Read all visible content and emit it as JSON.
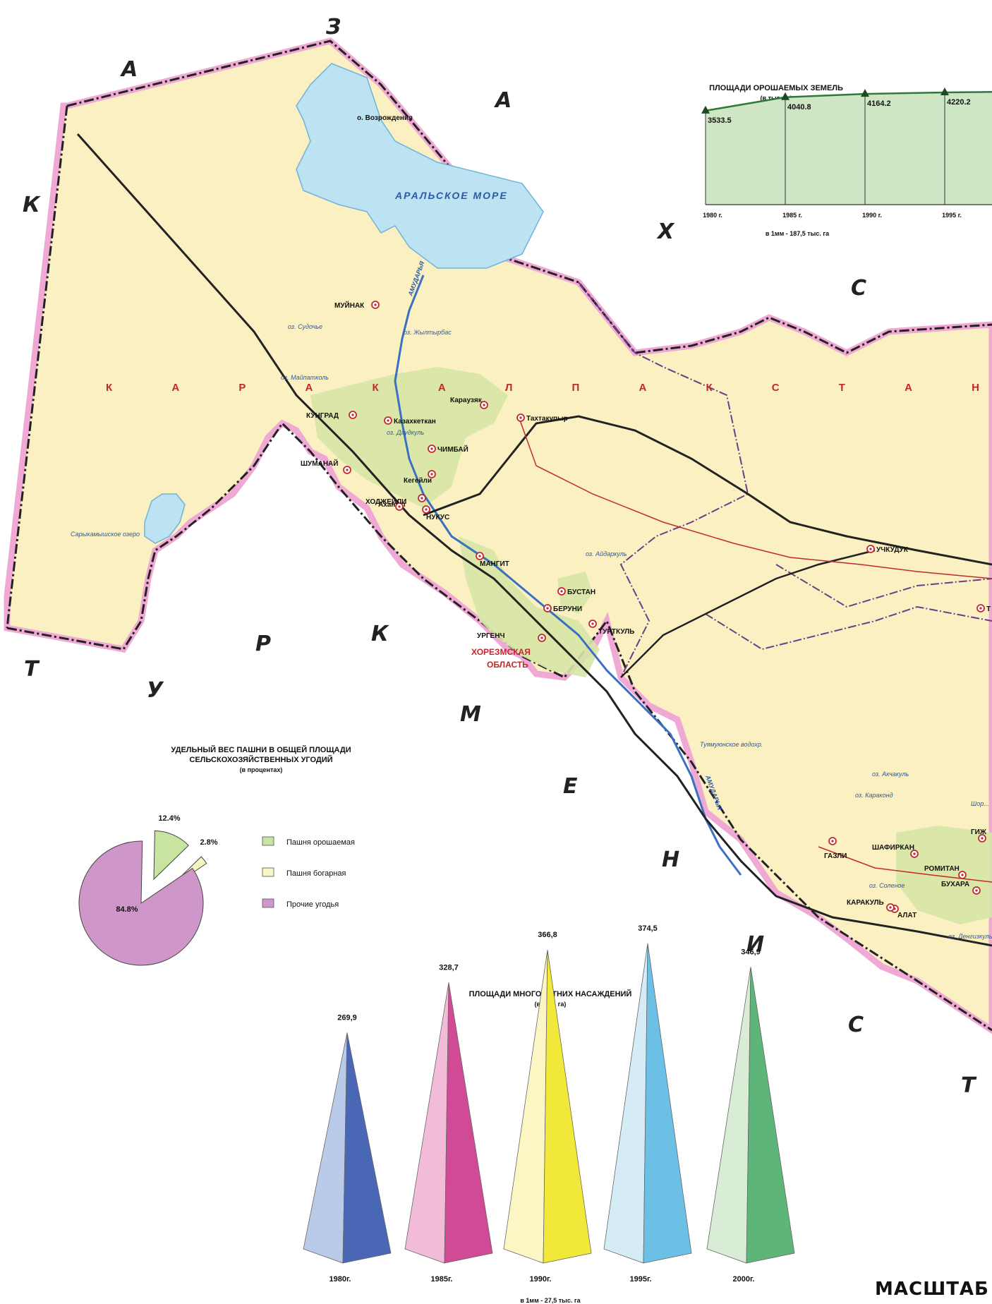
{
  "map": {
    "sea_letters": [
      "З",
      "А",
      "А",
      "К",
      "Х",
      "С",
      "Т",
      "У",
      "Р",
      "К",
      "М",
      "Е",
      "Н",
      "И",
      "С",
      "Т"
    ],
    "region_label": "К А Р А К А Л П А К С Т А Н",
    "aral_label": "АРАЛЬСКОЕ МОРЕ",
    "island_label": "о. Возрождения",
    "oblast_label": [
      "ХОРЕЗМСКАЯ",
      "ОБЛАСТЬ"
    ],
    "cities": [
      "МУЙНАК",
      "КУНГРАД",
      "Казахкеткан",
      "ЧИМБАЙ",
      "Кегейли",
      "Ахангит",
      "ШУМАНАЙ",
      "ХОДЖЕЙЛИ",
      "НУКУС",
      "Караузяк",
      "Тахтакупыр",
      "МАНГИТ",
      "БУСТАН",
      "БЕРУНИ",
      "ТУРТКУЛЬ",
      "УРГЕНЧ",
      "УЧКУДУК",
      "ГАЗЛИ",
      "ШАФИРКАН",
      "РОМИТАН",
      "БУХАРА",
      "КАРАКУЛЬ",
      "АЛАТ",
      "ГИЖ",
      "Т"
    ],
    "lakes": [
      "оз. Судочье",
      "оз. Жылтырбас",
      "оз. Майпатколь",
      "оз. Даудкуль",
      "Сарыкамышское озеро",
      "оз. Акчакуль",
      "оз. Айдаркуль",
      "оз. Караконд",
      "оз. Соленое",
      "Туямуюнское водохр.",
      "оз. Денгизкуль",
      "Шор..."
    ],
    "rivers": [
      "АМУДАРЬЯ",
      "АМУДАРЬЯ"
    ],
    "scale_label": "МАСШТАБ"
  },
  "irrigated_chart": {
    "title": "ПЛОЩАДИ ОРОШАЕМЫХ ЗЕМЕЛЬ",
    "subtitle": "(в тыс. га)",
    "note": "в 1мм - 187,5 тыс. га",
    "colors": {
      "fill": "#cfe6c4",
      "line": "#2f7a3a"
    }
  },
  "pie_chart": {
    "title_line1": "УДЕЛЬНЫЙ ВЕС ПАШНИ В ОБЩЕЙ ПЛОЩАДИ",
    "title_line2": "СЕЛЬСКОХОЗЯЙСТВЕННЫХ УГОДИЙ",
    "subtitle": "(в процентах)",
    "legend": [
      {
        "label": "Пашня орошаемая",
        "color": "#c9e3a0"
      },
      {
        "label": "Пашня богарная",
        "color": "#f7f5c2"
      },
      {
        "label": "Прочие угодья",
        "color": "#cf97c9"
      }
    ]
  },
  "pyramid_chart": {
    "title": "ПЛОЩАДИ МНОГОЛЕТНИХ НАСАЖДЕНИЙ",
    "subtitle": "(в тыс. га)",
    "note": "в 1мм - 27,5 тыс. га",
    "colors": [
      {
        "light": "#b9cbe9",
        "dark": "#4a67b5"
      },
      {
        "light": "#f2bcd9",
        "dark": "#d14a96"
      },
      {
        "light": "#fbf6c4",
        "dark": "#f2e83a"
      },
      {
        "light": "#d5ecf7",
        "dark": "#6cc0e6"
      },
      {
        "light": "#d9ecd5",
        "dark": "#5db57a"
      }
    ]
  },
  "chart_data": [
    {
      "type": "area",
      "title": "ПЛОЩАДИ ОРОШАЕМЫХ ЗЕМЕЛЬ",
      "subtitle": "(в тыс. га)",
      "categories": [
        "1980 г.",
        "1985 г.",
        "1990 г.",
        "1995 г."
      ],
      "values": [
        3533.5,
        4040.8,
        4164.2,
        4220.2
      ],
      "value_labels": [
        "3533.5",
        "4040.8",
        "4164.2",
        "4220.2"
      ]
    },
    {
      "type": "pie",
      "title": "УДЕЛЬНЫЙ ВЕС ПАШНИ В ОБЩЕЙ ПЛОЩАДИ СЕЛЬСКОХОЗЯЙСТВЕННЫХ УГОДИЙ",
      "subtitle": "(в процентах)",
      "slices": [
        {
          "label": "Пашня орошаемая",
          "value": 12.4,
          "text": "12.4%"
        },
        {
          "label": "Пашня богарная",
          "value": 2.8,
          "text": "2.8%"
        },
        {
          "label": "Прочие угодья",
          "value": 84.8,
          "text": "84.8%"
        }
      ]
    },
    {
      "type": "bar",
      "title": "ПЛОЩАДИ МНОГОЛЕТНИХ НАСАЖДЕНИЙ",
      "subtitle": "(в тыс. га)",
      "categories": [
        "1980г.",
        "1985г.",
        "1990г.",
        "1995г.",
        "2000г."
      ],
      "values": [
        269.9,
        328.7,
        366.8,
        374.5,
        346.9
      ],
      "value_labels": [
        "269,9",
        "328,7",
        "366,8",
        "374,5",
        "346,9"
      ]
    }
  ]
}
